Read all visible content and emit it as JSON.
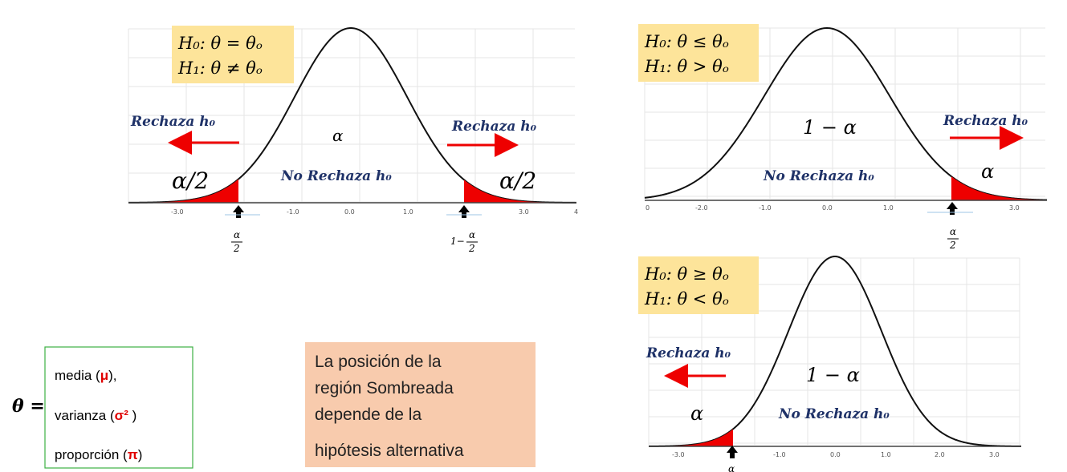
{
  "colors": {
    "hypothesis_bg": "#fde49a",
    "reject_fill": "#ee0000",
    "arrow": "#ee0000",
    "label_blue": "#1f3268",
    "note_bg": "#f8cbad",
    "theta_box_border": "#3cb044",
    "param_symbol": "#e00000"
  },
  "panels": {
    "two_tailed": {
      "h0": "H₀: θ = θₒ",
      "h1": "H₁: θ ≠ θₒ",
      "center_label": "α",
      "left_tail_label": "α/2",
      "right_tail_label": "α/2",
      "reject_left": "Rechaza h₀",
      "reject_right": "Rechaza h₀",
      "no_reject": "No Rechaza h₀",
      "ticks": [
        "-3.0",
        "-1.0",
        "0.0",
        "1.0",
        "3.0",
        "4"
      ],
      "left_marker_num": "α",
      "left_marker_den": "2",
      "right_marker_prefix": "1−",
      "right_marker_num": "α",
      "right_marker_den": "2"
    },
    "right_tailed": {
      "h0": "H₀: θ ≤ θₒ",
      "h1": "H₁: θ > θₒ",
      "center_label": "1 − α",
      "tail_label": "α",
      "reject": "Rechaza h₀",
      "no_reject": "No Rechaza h₀",
      "ticks": [
        "0",
        "-2.0",
        "-1.0",
        "0.0",
        "1.0",
        "3.0"
      ],
      "marker_num": "α",
      "marker_den": "2"
    },
    "left_tailed": {
      "h0": "H₀: θ ≥ θₒ",
      "h1": "H₁: θ < θₒ",
      "center_label": "1 − α",
      "tail_label": "α",
      "reject": "Rechaza h₀",
      "no_reject": "No Rechaza h₀",
      "ticks": [
        "-3.0",
        "-1.0",
        "0.0",
        "1.0",
        "2.0",
        "3.0"
      ],
      "marker_num": "α"
    }
  },
  "theta": {
    "symbol": "θ =",
    "items": [
      {
        "text": "media (",
        "sym": "μ",
        "close": "),"
      },
      {
        "text": "varianza (",
        "sym": "σ²",
        "close": " )"
      },
      {
        "text": "proporción (",
        "sym": "π",
        "close": ")"
      }
    ]
  },
  "note": {
    "lines": [
      "La posición de la",
      "región Sombreada",
      "depende de la",
      "hipótesis alternativa"
    ]
  }
}
